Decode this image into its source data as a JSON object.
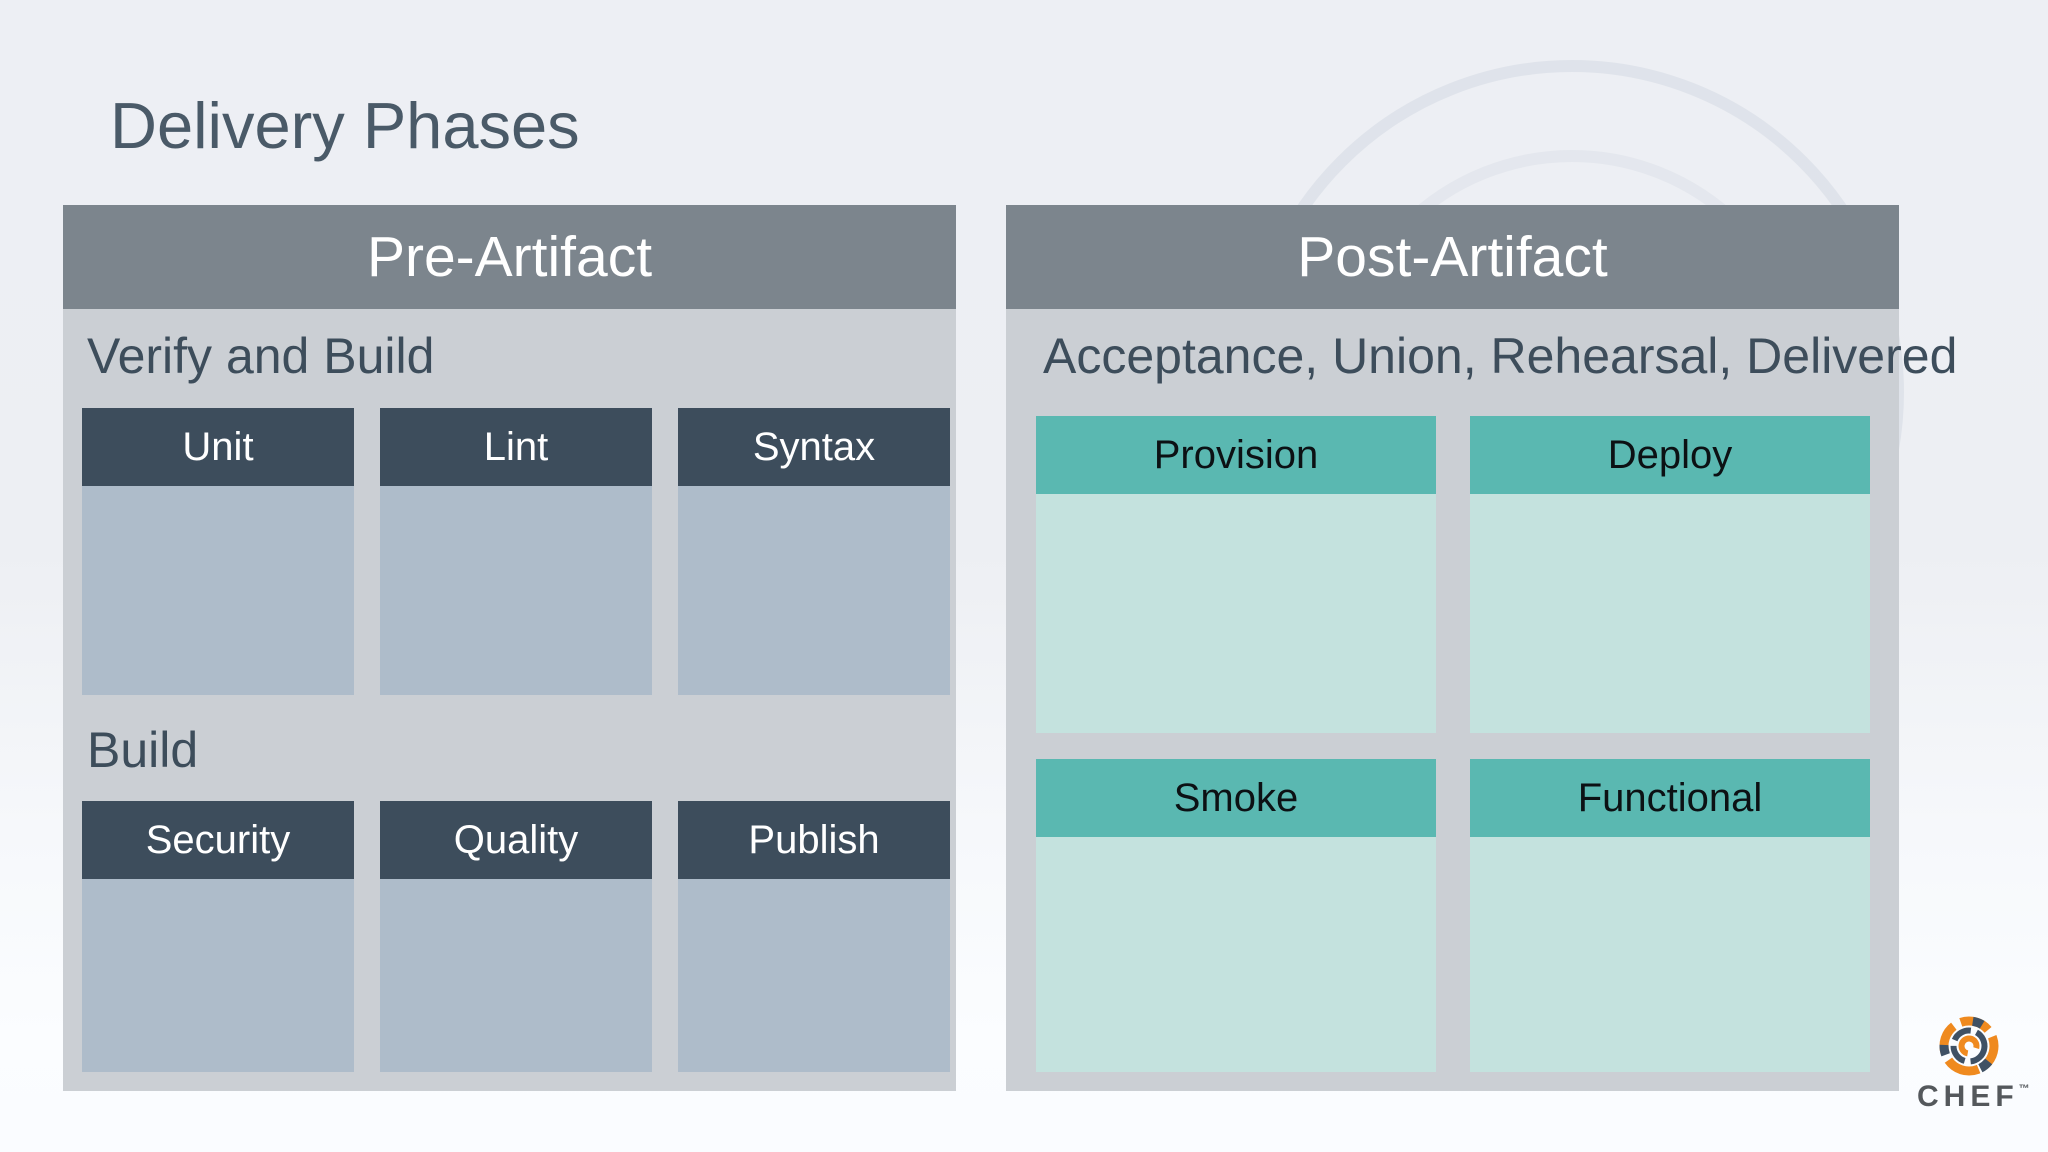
{
  "page": {
    "title": "Delivery Phases"
  },
  "panels": [
    {
      "id": "pre-artifact",
      "title": "Pre-Artifact",
      "sections": [
        {
          "label": "Verify and Build",
          "cells": [
            "Unit",
            "Lint",
            "Syntax"
          ]
        },
        {
          "label": "Build",
          "cells": [
            "Security",
            "Quality",
            "Publish"
          ]
        }
      ]
    },
    {
      "id": "post-artifact",
      "title": "Post-Artifact",
      "sections": [
        {
          "label": "Acceptance, Union, Rehearsal, Delivered",
          "cells": [
            "Provision",
            "Deploy"
          ]
        },
        {
          "label": "",
          "cells": [
            "Smoke",
            "Functional"
          ]
        }
      ]
    }
  ],
  "logo": {
    "text": "CHEF",
    "tm": "™"
  },
  "colors": {
    "page_background_top": "#edeff4",
    "page_background_bottom": "#fbfdff",
    "panel_header_bg": "#7c858d",
    "panel_body_bg": "#cbcfd4",
    "slate_cell_header_bg": "#3d4d5c",
    "slate_cell_body_bg": "#aebcca",
    "teal_cell_header_bg": "#5ab8b1",
    "teal_cell_body_bg": "#c4e2de",
    "title_text": "#4a5a68",
    "section_label_text": "#3d4d5b",
    "logo_orange": "#ef8a1f",
    "logo_navy": "#3f5164",
    "logo_text": "#54585c"
  }
}
